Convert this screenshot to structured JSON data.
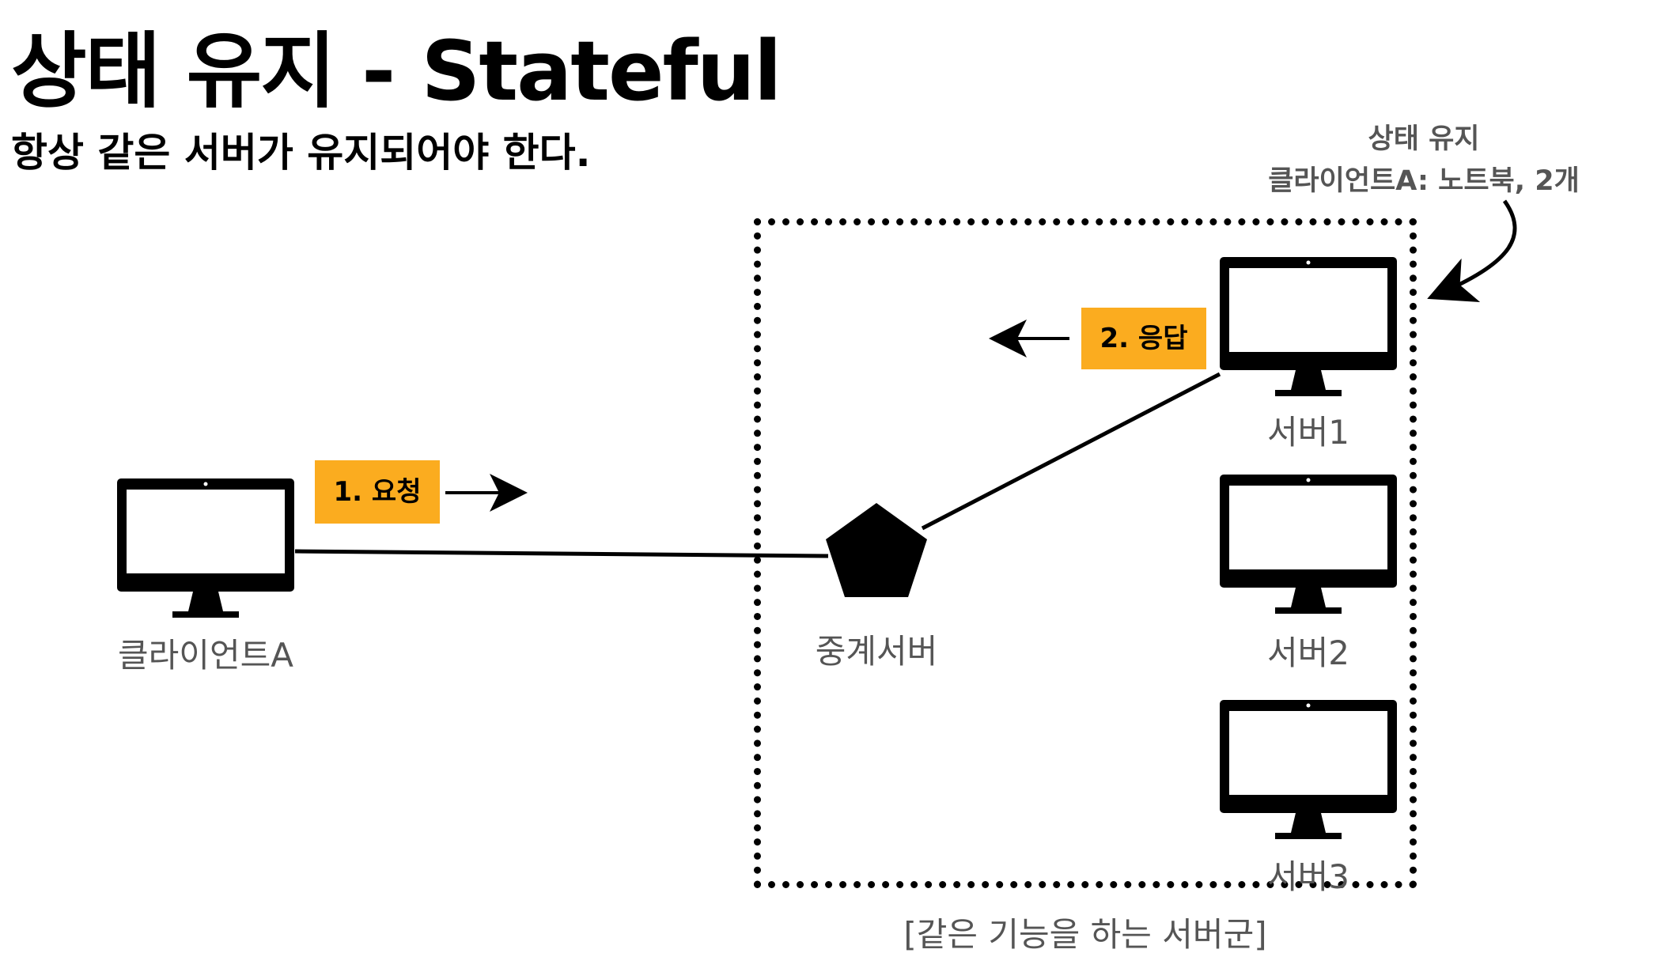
{
  "title": "상태 유지 - Stateful",
  "subtitle": "항상 같은 서버가 유지되어야 한다.",
  "note": {
    "line1": "상태 유지",
    "line2": "클라이언트A: 노트북, 2개"
  },
  "server_group": {
    "caption": "[같은 기능을 하는 서버군]"
  },
  "nodes": {
    "client": "클라이언트A",
    "proxy": "중계서버",
    "server1": "서버1",
    "server2": "서버2",
    "server3": "서버3"
  },
  "steps": {
    "request": "1. 요청",
    "response": "2. 응답"
  },
  "colors": {
    "tag_background": "#fbac1f",
    "label_gray": "#555555",
    "line": "#000000"
  }
}
